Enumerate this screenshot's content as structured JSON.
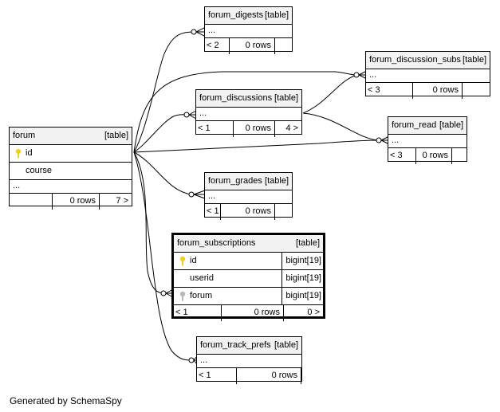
{
  "diagram": {
    "tables": {
      "forum": {
        "name": "forum",
        "kind": "[table]",
        "columns": [
          "id",
          "course"
        ],
        "ellipsis": "...",
        "parents": "",
        "rows": "0 rows",
        "children": "7 >"
      },
      "forum_digests": {
        "name": "forum_digests",
        "kind": "[table]",
        "ellipsis": "...",
        "parents": "< 2",
        "rows": "0 rows"
      },
      "forum_discussion_subs": {
        "name": "forum_discussion_subs",
        "kind": "[table]",
        "ellipsis": "...",
        "parents": "< 3",
        "rows": "0 rows"
      },
      "forum_discussions": {
        "name": "forum_discussions",
        "kind": "[table]",
        "ellipsis": "...",
        "parents": "< 1",
        "rows": "0 rows",
        "children": "4 >"
      },
      "forum_read": {
        "name": "forum_read",
        "kind": "[table]",
        "ellipsis": "...",
        "parents": "< 3",
        "rows": "0 rows"
      },
      "forum_grades": {
        "name": "forum_grades",
        "kind": "[table]",
        "ellipsis": "...",
        "parents": "< 1",
        "rows": "0 rows"
      },
      "forum_subscriptions": {
        "name": "forum_subscriptions",
        "kind": "[table]",
        "columns": [
          {
            "name": "id",
            "type": "bigint[19]"
          },
          {
            "name": "userid",
            "type": "bigint[19]"
          },
          {
            "name": "forum",
            "type": "bigint[19]"
          }
        ],
        "parents": "< 1",
        "rows": "0 rows",
        "children": "0 >"
      },
      "forum_track_prefs": {
        "name": "forum_track_prefs",
        "kind": "[table]",
        "ellipsis": "...",
        "parents": "< 1",
        "rows": "0 rows"
      }
    },
    "colors": {
      "primary_key_icon": "#f2d024",
      "foreign_key_icon": "#b8b8b8",
      "header_bg": "#f2f2f2"
    },
    "footer": "Generated by SchemaSpy"
  }
}
